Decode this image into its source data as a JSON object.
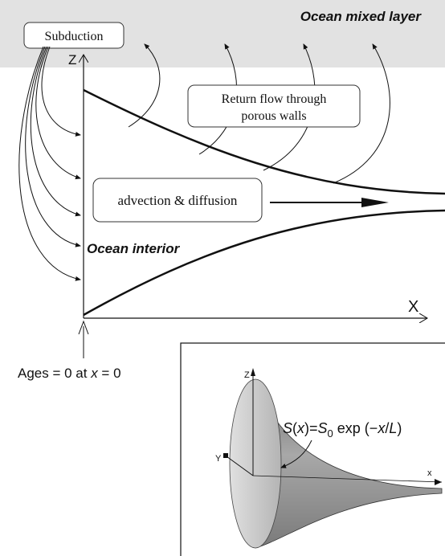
{
  "labels": {
    "ocean_mixed_layer": "Ocean mixed layer",
    "subduction": "Subduction",
    "z_axis": "Z",
    "x_axis": "X",
    "return_flow_line1": "Return flow through",
    "return_flow_line2": "porous walls",
    "advection_diffusion": "advection & diffusion",
    "ocean_interior": "Ocean interior",
    "ages_prefix": "Ages = 0 at ",
    "ages_var1": "x",
    "ages_mid": " = 0",
    "inset": {
      "z": "Z",
      "y": "Y",
      "x": "x",
      "formula_S": "S",
      "formula_open": "(",
      "formula_x": "x",
      "formula_close": ")=",
      "formula_S0": "S",
      "formula_sub0": "0",
      "formula_exp": " exp (−",
      "formula_x2": "x",
      "formula_slash": "/",
      "formula_L": "L",
      "formula_end": ")"
    }
  },
  "colors": {
    "mixed_layer_band": "#e2e2e2",
    "ink": "#111111",
    "horn_shading": "#8a8a8a",
    "ellipse_fill": "#c4c4c4"
  }
}
